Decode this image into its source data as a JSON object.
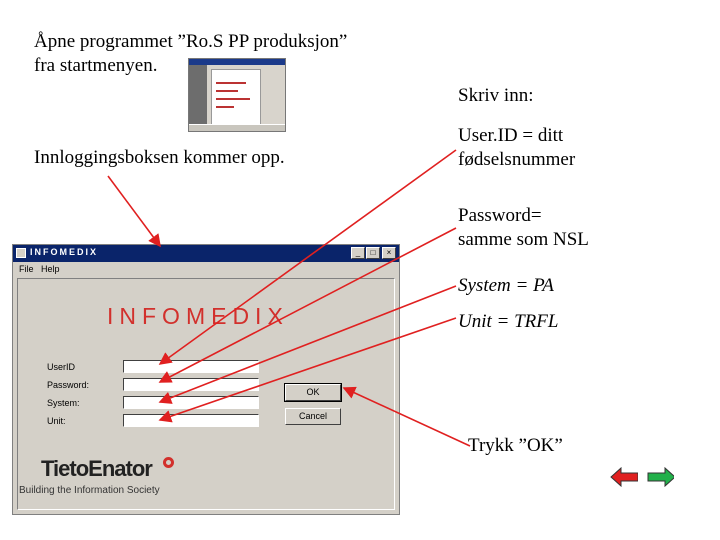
{
  "slide": {
    "step1_line1": "Åpne programmet ”Ro.S PP produksjon”",
    "step1_line2": "fra startmenyen.",
    "step2": "Innloggingsboksen kommer opp.",
    "instr_header": "Skriv inn:",
    "instr_userid_line1": "User.ID = ditt",
    "instr_userid_line2": "fødselsnummer",
    "instr_password_line1": "Password=",
    "instr_password_line2": "samme som NSL",
    "instr_system": "System = PA",
    "instr_unit": "Unit = TRFL",
    "instr_ok": "Trykk ”OK”"
  },
  "login_window": {
    "title": "INFOMEDIX",
    "title_buttons": [
      "_",
      "□",
      "×"
    ],
    "menu": [
      "File",
      "Help"
    ],
    "logo": "INFOMEDIX",
    "fields": [
      {
        "label": "UserID",
        "value": ""
      },
      {
        "label": "Password:",
        "value": ""
      },
      {
        "label": "System:",
        "value": ""
      },
      {
        "label": "Unit:",
        "value": ""
      }
    ],
    "ok_label": "OK",
    "cancel_label": "Cancel",
    "brand": "TietoEnator",
    "tagline": "Building the Information Society"
  },
  "nav": {
    "back_icon": "red-left-arrow-icon",
    "forward_icon": "green-right-arrow-icon"
  },
  "colors": {
    "arrow": "#e02020",
    "logo_red": "#d2302c",
    "titlebar": "#0a246a",
    "back": "#e02020",
    "forward": "#22b04a"
  }
}
